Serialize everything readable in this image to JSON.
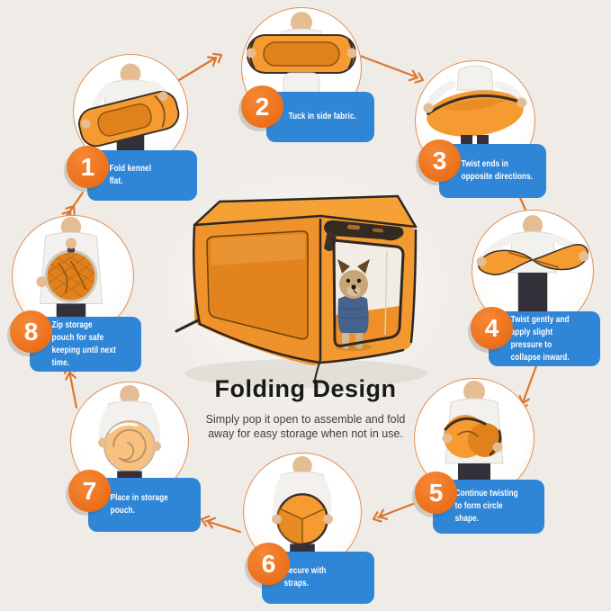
{
  "page": {
    "title": "Folding Design",
    "subtitle": "Simply pop it open to assemble and fold\naway for easy storage when not in use."
  },
  "colors": {
    "background": "#EFECE7",
    "step_box_blue": "#2F86D6",
    "badge_orange": "#EE7322",
    "arrow_orange": "#DC762E",
    "kennel_orange": "#F0922B"
  },
  "product": {
    "photo_name": "orange-popup-pet-kennel-with-dog-inside"
  },
  "steps": [
    {
      "number": "1",
      "label": "Fold kennel\nflat.",
      "photo_name": "person-folding-kennel-flat"
    },
    {
      "number": "2",
      "label": "Tuck in side fabric.",
      "photo_name": "person-tucking-in-side-fabric"
    },
    {
      "number": "3",
      "label": "Twist ends in\nopposite directions.",
      "photo_name": "person-twisting-ends-oval-disc"
    },
    {
      "number": "4",
      "label": "Twist gently and\napply slight\npressure to\ncollapse inward.",
      "photo_name": "kennel-twisted-figure-eight"
    },
    {
      "number": "5",
      "label": "Continue twisting\nto form circle\nshape.",
      "photo_name": "person-coiling-kennel"
    },
    {
      "number": "6",
      "label": "Secure with\nstraps.",
      "photo_name": "person-holding-folded-circle"
    },
    {
      "number": "7",
      "label": "Place in storage\npouch.",
      "photo_name": "kennel-going-into-storage-pouch"
    },
    {
      "number": "8",
      "label": "Zip storage\npouch for safe\nkeeping until next\ntime.",
      "photo_name": "zipped-round-storage-pouch"
    }
  ]
}
